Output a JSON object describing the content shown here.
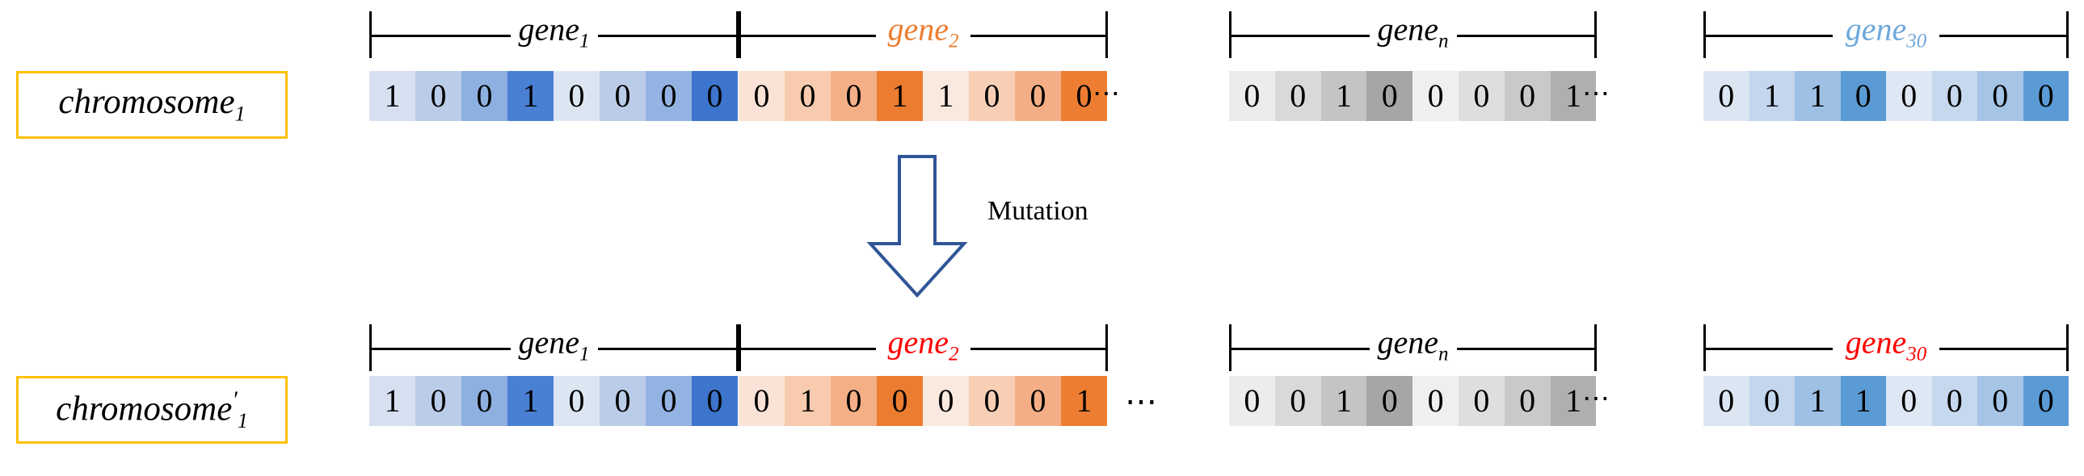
{
  "figure": {
    "title_text": "",
    "mutation_label": "Mutation",
    "ellipsis": "⋯",
    "colors": {
      "label_box_border": "#FFC000",
      "gene_label_black": "#000000",
      "gene_label_orange": "#ED7D31",
      "gene_label_lightblue": "#6FA8DC",
      "gene_label_red": "#FF0000",
      "arrow_stroke": "#2F5597",
      "arrow_fill": "#FFFFFF"
    }
  },
  "rows": [
    {
      "id": "original",
      "chromosome_label": "chromosome",
      "chromosome_sub": "1",
      "chromosome_prime": "",
      "genes": [
        {
          "name": "gene",
          "sub": "1",
          "label_color": "#000000",
          "values": [
            "1",
            "0",
            "0",
            "1",
            "0",
            "0",
            "0",
            "0"
          ],
          "cell_colors": [
            "#D6E0F0",
            "#BACCE8",
            "#8EB0E0",
            "#4A80D4",
            "#DCE6F2",
            "#BACCE8",
            "#93B3E2",
            "#3D74CC"
          ],
          "trailing_ellipsis": false
        },
        {
          "name": "gene",
          "sub": "2",
          "label_color": "#ED7D31",
          "values": [
            "0",
            "0",
            "0",
            "1",
            "1",
            "0",
            "0",
            "0"
          ],
          "cell_colors": [
            "#FAE3D6",
            "#F8CBAE",
            "#F4AF87",
            "#EC7C30",
            "#FAE9DF",
            "#F8CFB5",
            "#F4AE86",
            "#ED7D31"
          ],
          "trailing_ellipsis": true
        },
        {
          "name": "gene",
          "sub": "n",
          "label_color": "#000000",
          "values": [
            "0",
            "0",
            "1",
            "0",
            "0",
            "0",
            "0",
            "1"
          ],
          "cell_colors": [
            "#ECECEC",
            "#D9D9D9",
            "#C4C4C4",
            "#A6A6A6",
            "#EFEFEF",
            "#DEDEDE",
            "#C9C9C9",
            "#AFAFAF"
          ],
          "trailing_ellipsis": true
        },
        {
          "name": "gene",
          "sub": "30",
          "label_color": "#6FA8DC",
          "values": [
            "0",
            "1",
            "1",
            "0",
            "0",
            "0",
            "0",
            "0"
          ],
          "cell_colors": [
            "#DCE6F2",
            "#C3D6ED",
            "#9EC0E4",
            "#5B9BD5",
            "#DEE8F4",
            "#C6D8EE",
            "#A6C5E6",
            "#5B9BD5"
          ],
          "trailing_ellipsis": false
        }
      ]
    },
    {
      "id": "mutated",
      "chromosome_label": "chromosome",
      "chromosome_sub": "1",
      "chromosome_prime": "′",
      "genes": [
        {
          "name": "gene",
          "sub": "1",
          "label_color": "#000000",
          "values": [
            "1",
            "0",
            "0",
            "1",
            "0",
            "0",
            "0",
            "0"
          ],
          "cell_colors": [
            "#D6E0F0",
            "#BACCE8",
            "#8EB0E0",
            "#4A80D4",
            "#DCE6F2",
            "#BACCE8",
            "#93B3E2",
            "#3D74CC"
          ],
          "trailing_ellipsis": false
        },
        {
          "name": "gene",
          "sub": "2",
          "label_color": "#FF0000",
          "values": [
            "0",
            "1",
            "0",
            "0",
            "0",
            "0",
            "0",
            "1"
          ],
          "cell_colors": [
            "#FAE3D6",
            "#F8CBAE",
            "#F4AF87",
            "#EC7C30",
            "#FAE9DF",
            "#F8CFB5",
            "#F4AE86",
            "#ED7D31"
          ],
          "trailing_ellipsis": false
        },
        {
          "name": "gene",
          "sub": "n",
          "label_color": "#000000",
          "values": [
            "0",
            "0",
            "1",
            "0",
            "0",
            "0",
            "0",
            "1"
          ],
          "cell_colors": [
            "#ECECEC",
            "#D9D9D9",
            "#C4C4C4",
            "#A6A6A6",
            "#EFEFEF",
            "#DEDEDE",
            "#C9C9C9",
            "#AFAFAF"
          ],
          "trailing_ellipsis": true
        },
        {
          "name": "gene",
          "sub": "30",
          "label_color": "#FF0000",
          "values": [
            "0",
            "0",
            "1",
            "1",
            "0",
            "0",
            "0",
            "0"
          ],
          "cell_colors": [
            "#DCE6F2",
            "#C3D6ED",
            "#9EC0E4",
            "#5B9BD5",
            "#DEE8F4",
            "#C6D8EE",
            "#A6C5E6",
            "#5B9BD5"
          ],
          "trailing_ellipsis": false
        }
      ]
    }
  ]
}
